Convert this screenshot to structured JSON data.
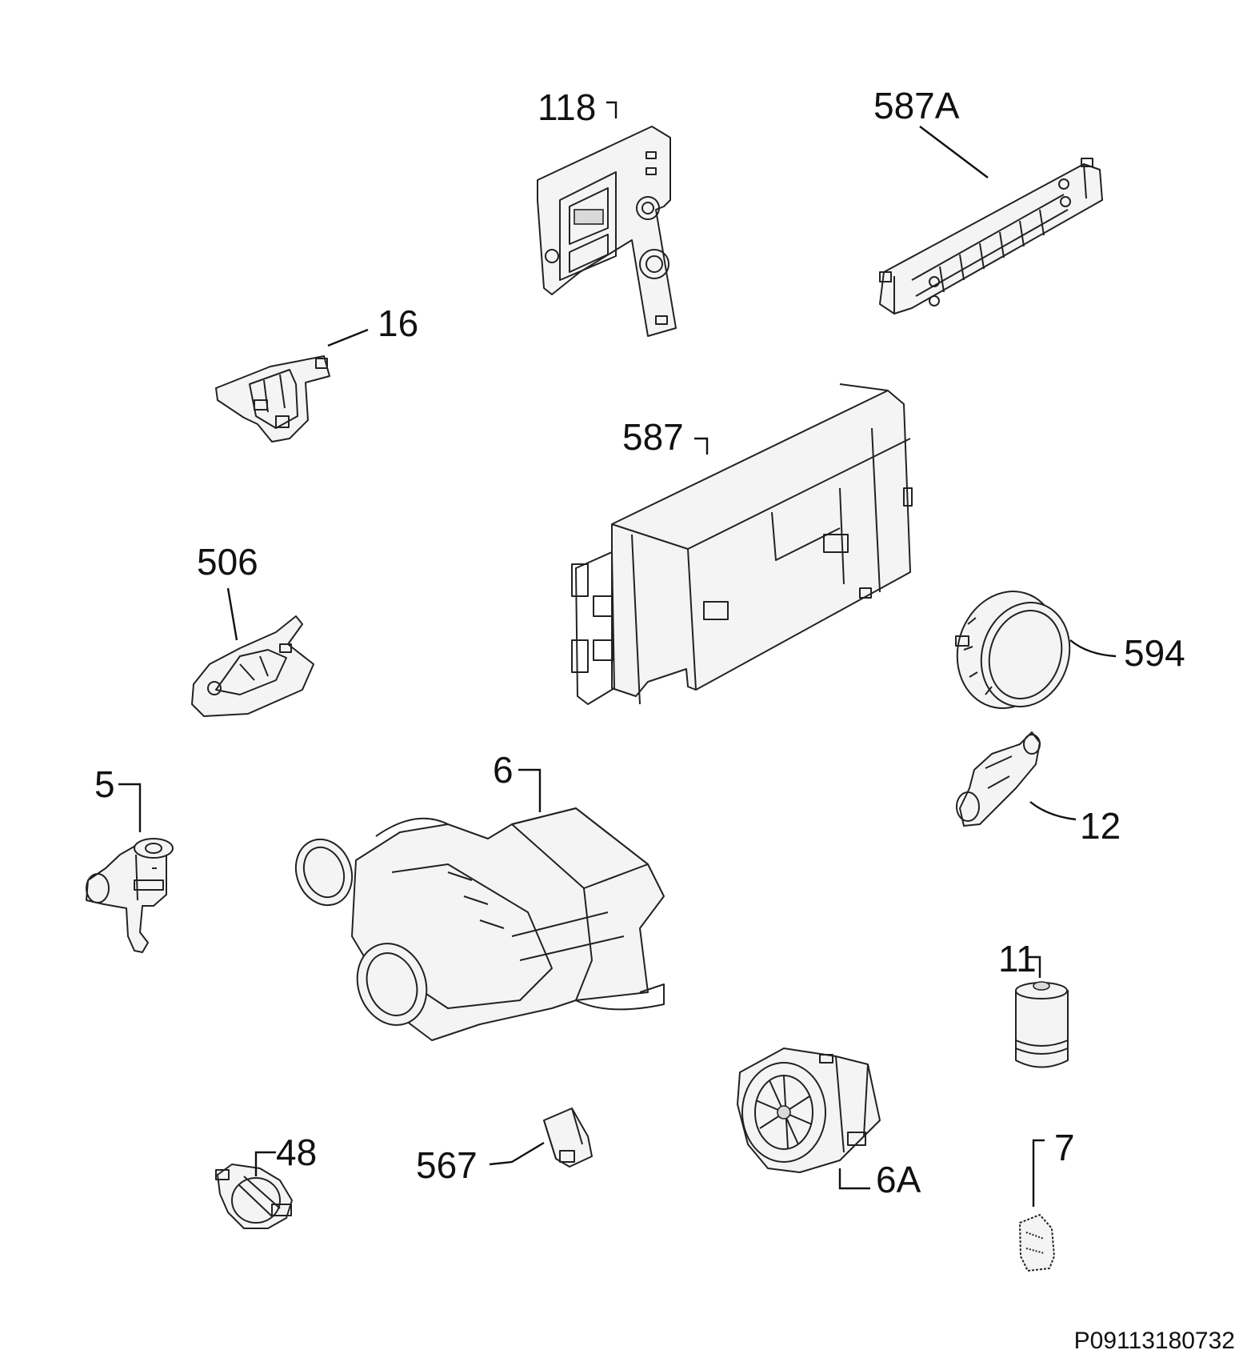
{
  "labels": {
    "p118": "118",
    "p587A": "587A",
    "p16": "16",
    "p587": "587",
    "p506": "506",
    "p594": "594",
    "p5": "5",
    "p6": "6",
    "p12": "12",
    "p11": "11",
    "p48": "48",
    "p567": "567",
    "p6A": "6A",
    "p7": "7"
  },
  "reference": "P09113180732"
}
